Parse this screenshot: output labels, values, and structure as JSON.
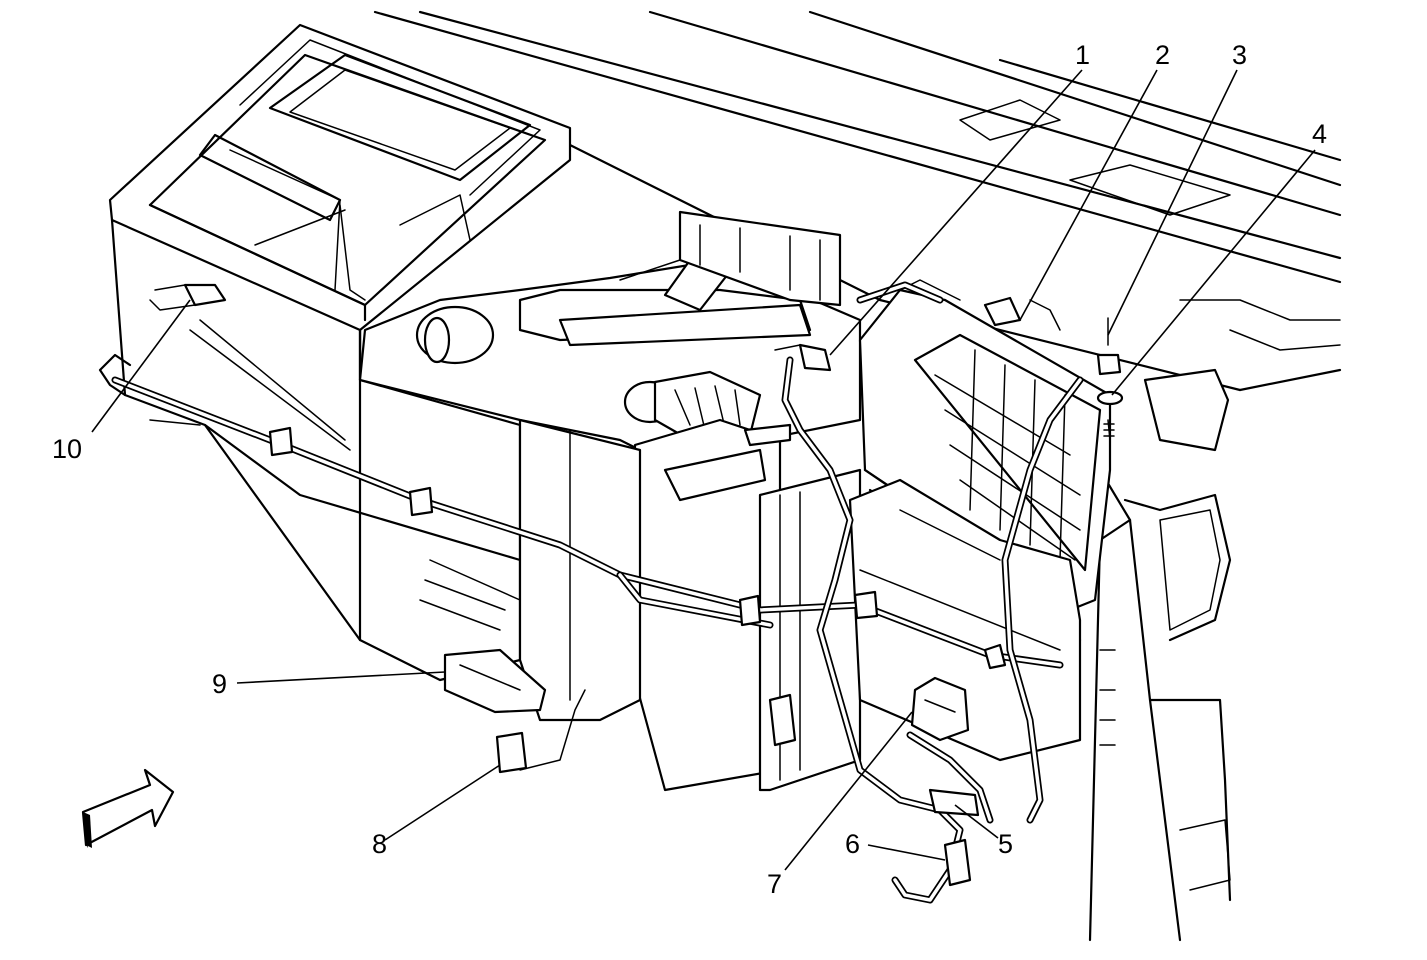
{
  "callouts": [
    {
      "id": "1",
      "label": "1"
    },
    {
      "id": "2",
      "label": "2"
    },
    {
      "id": "3",
      "label": "3"
    },
    {
      "id": "4",
      "label": "4"
    },
    {
      "id": "5",
      "label": "5"
    },
    {
      "id": "6",
      "label": "6"
    },
    {
      "id": "7",
      "label": "7"
    },
    {
      "id": "8",
      "label": "8"
    },
    {
      "id": "9",
      "label": "9"
    },
    {
      "id": "10",
      "label": "10"
    }
  ],
  "view_indicator": {
    "icon": "view-direction-arrow-icon"
  }
}
